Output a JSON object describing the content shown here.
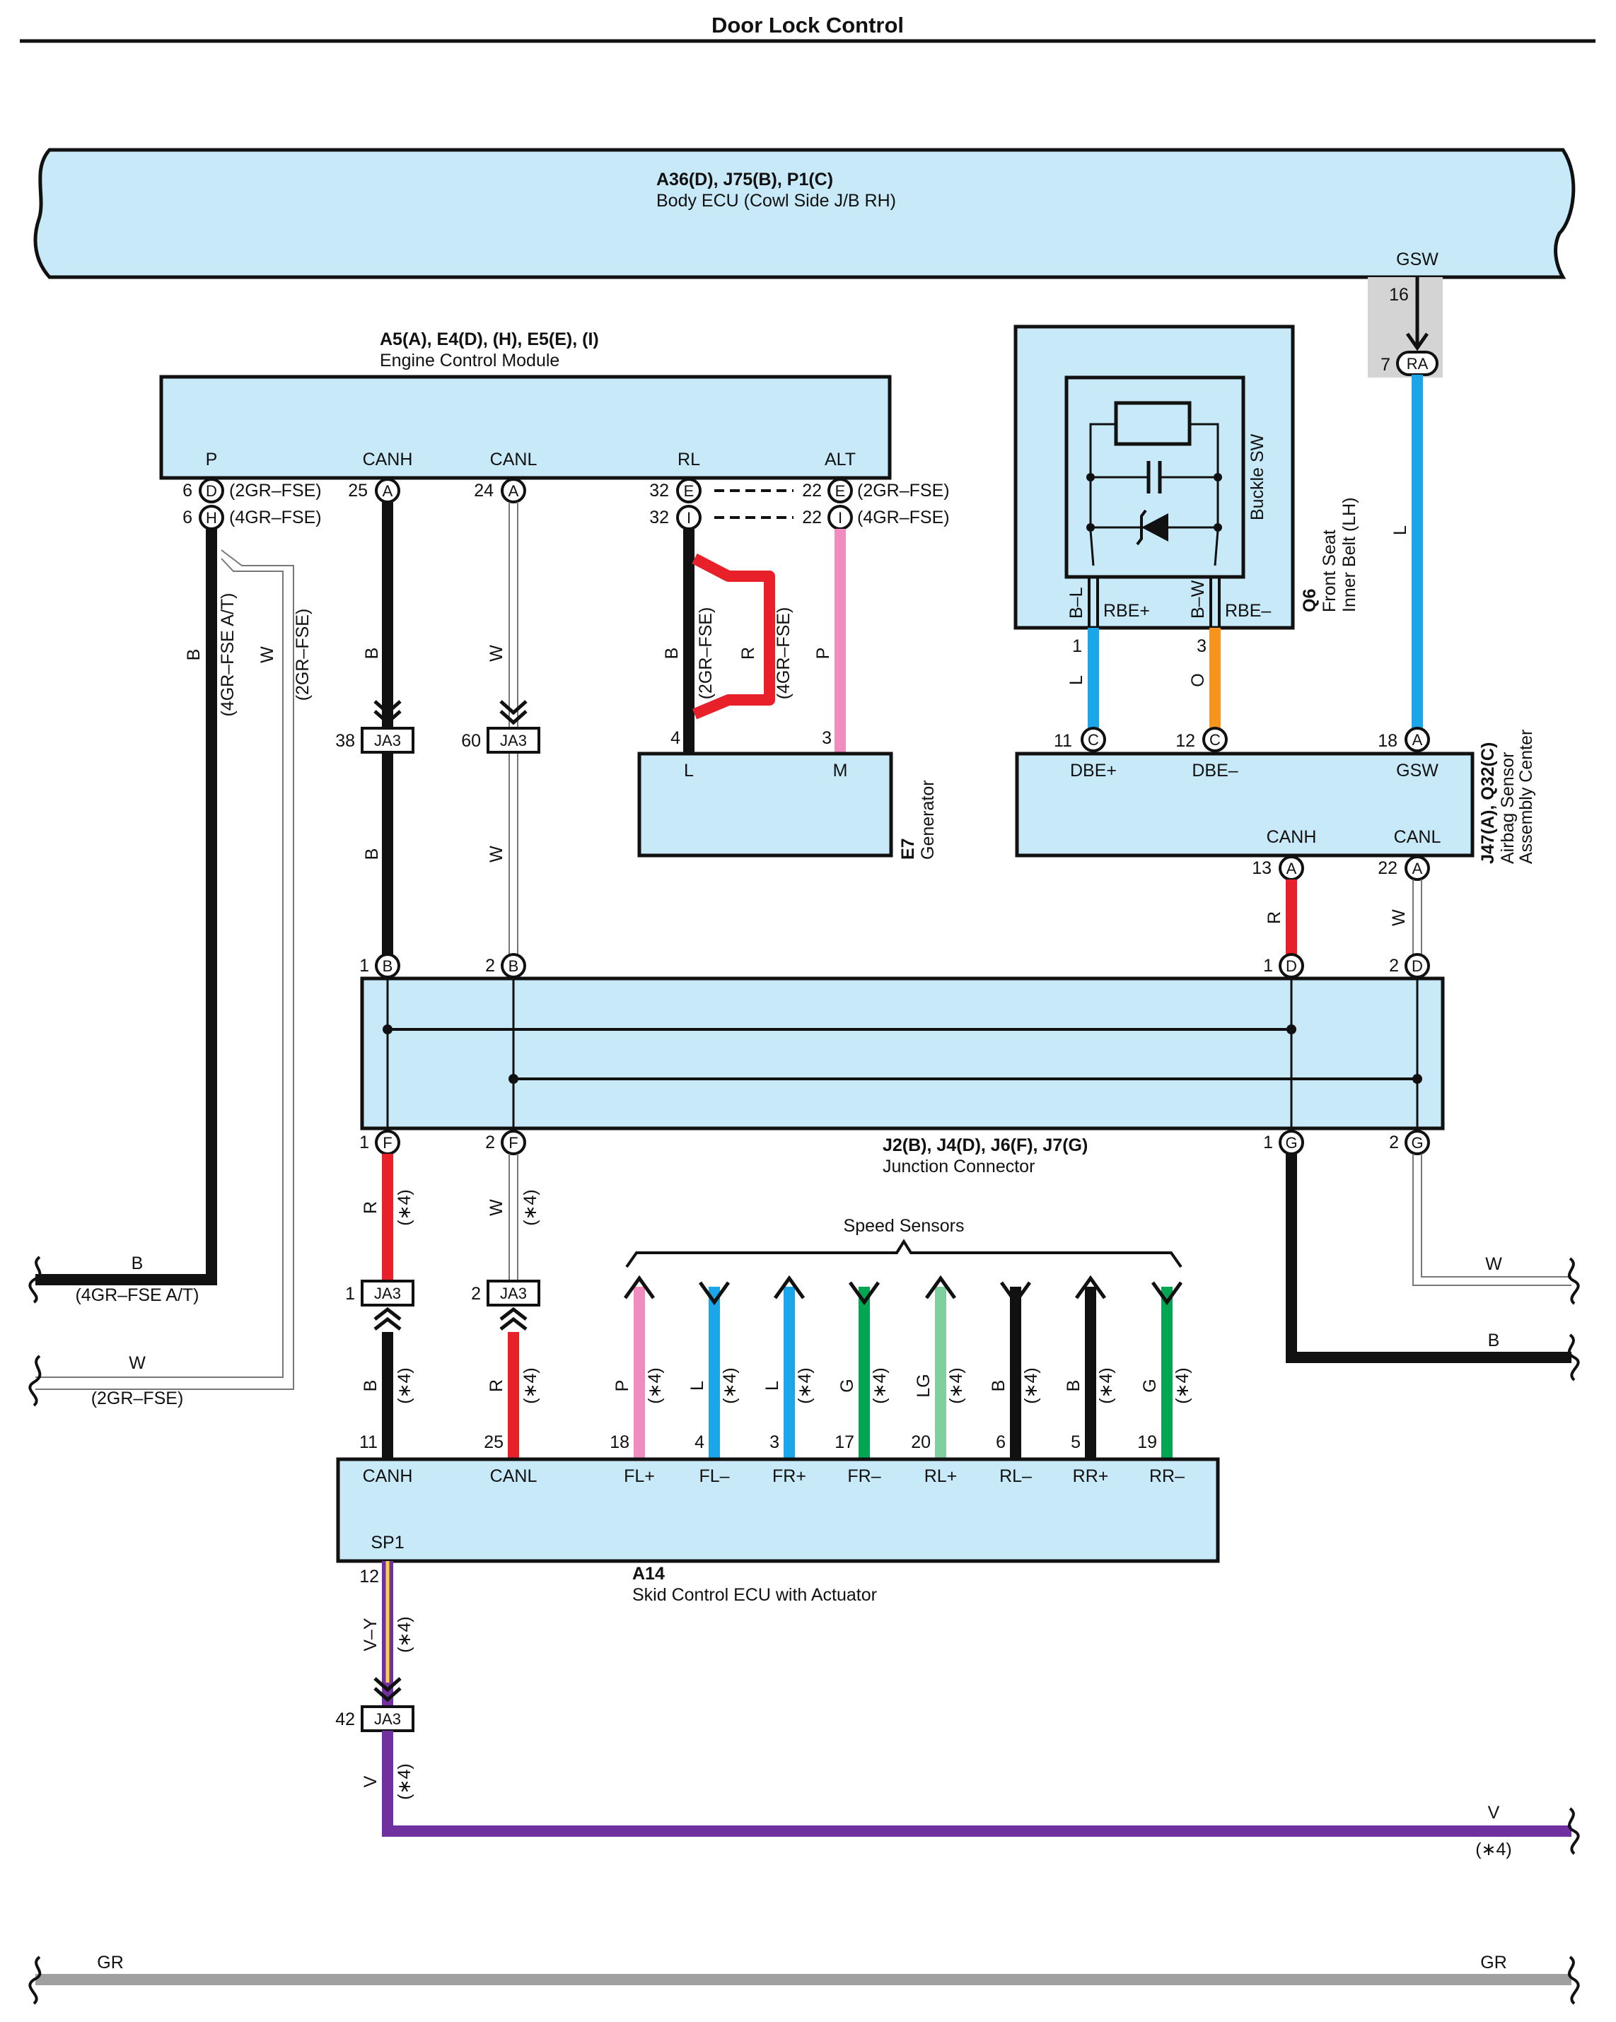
{
  "title": "Door Lock Control",
  "colors": {
    "box_fill": "#c7e9f8",
    "B": "#111111",
    "W": "#ffffff",
    "R": "#e8202a",
    "P": "#f08cbe",
    "L": "#1aa6e8",
    "O": "#f7941d",
    "G": "#00a651",
    "LG": "#7fcf9f",
    "V": "#7030a0",
    "V-Y": "#f5d142",
    "GR": "#a0a0a0"
  },
  "body_ecu": {
    "code": "A36(D), J75(B), P1(C)",
    "name": "Body ECU (Cowl Side J/B RH)",
    "terminal": "GSW",
    "pin": "16"
  },
  "ecm": {
    "code": "A5(A), E4(D), (H), E5(E), (I)",
    "name": "Engine Control Module",
    "terminals": [
      "P",
      "CANH",
      "CANL",
      "RL",
      "ALT"
    ],
    "p_pins": [
      {
        "num": "6",
        "conn": "D",
        "note": "(2GR–FSE)"
      },
      {
        "num": "6",
        "conn": "H",
        "note": "(4GR–FSE)"
      }
    ],
    "canh_pin": {
      "num": "25",
      "conn": "A"
    },
    "canl_pin": {
      "num": "24",
      "conn": "A"
    },
    "rl_pins": [
      {
        "num": "32",
        "conn": "E"
      },
      {
        "num": "32",
        "conn": "I"
      }
    ],
    "alt_pins": [
      {
        "num": "22",
        "conn": "E",
        "note": "(2GR–FSE)"
      },
      {
        "num": "22",
        "conn": "I",
        "note": "(4GR–FSE)"
      }
    ]
  },
  "buckle": {
    "switch_name": "Buckle SW",
    "code": "Q6",
    "name_line1": "Front Seat",
    "name_line2": "Inner Belt (LH)",
    "terminals": [
      "RBE+",
      "RBE–"
    ],
    "wire_colors": [
      "B–L",
      "B–W"
    ],
    "pins": [
      "1",
      "3"
    ]
  },
  "generator": {
    "code": "E7",
    "name": "Generator",
    "terminals": [
      "L",
      "M"
    ],
    "pins": [
      "4",
      "3"
    ]
  },
  "airbag": {
    "code": "J47(A), Q32(C)",
    "name_line1": "Airbag Sensor",
    "name_line2": "Assembly Center",
    "terminals": [
      "DBE+",
      "DBE–",
      "GSW",
      "CANH",
      "CANL"
    ],
    "pins": [
      {
        "num": "11",
        "conn": "C"
      },
      {
        "num": "12",
        "conn": "C"
      },
      {
        "num": "18",
        "conn": "A"
      },
      {
        "num": "13",
        "conn": "A"
      },
      {
        "num": "22",
        "conn": "A"
      }
    ]
  },
  "ra_pin": {
    "num": "7",
    "conn": "RA"
  },
  "junction_connector": {
    "code": "J2(B), J4(D), J6(F), J7(G)",
    "name": "Junction Connector",
    "pins": {
      "top": [
        {
          "num": "1",
          "conn": "B"
        },
        {
          "num": "2",
          "conn": "B"
        },
        {
          "num": "1",
          "conn": "D"
        },
        {
          "num": "2",
          "conn": "D"
        }
      ],
      "bottom": [
        {
          "num": "1",
          "conn": "F"
        },
        {
          "num": "2",
          "conn": "F"
        },
        {
          "num": "1",
          "conn": "G"
        },
        {
          "num": "2",
          "conn": "G"
        }
      ]
    }
  },
  "ja3": {
    "label": "JA3",
    "pins": [
      "38",
      "60",
      "1",
      "2",
      "42"
    ]
  },
  "skid_ecu": {
    "code": "A14",
    "name": "Skid Control ECU with Actuator",
    "terminals": [
      "CANH",
      "CANL",
      "FL+",
      "FL–",
      "FR+",
      "FR–",
      "RL+",
      "RL–",
      "RR+",
      "RR–"
    ],
    "pins": [
      "11",
      "25",
      "18",
      "4",
      "3",
      "17",
      "20",
      "6",
      "5",
      "19"
    ],
    "sp1_terminal": "SP1",
    "sp1_pin": "12"
  },
  "speed_sensors": {
    "label": "Speed Sensors",
    "wires": [
      {
        "color": "P",
        "dir": "up"
      },
      {
        "color": "L",
        "dir": "down"
      },
      {
        "color": "L",
        "dir": "up"
      },
      {
        "color": "G",
        "dir": "down"
      },
      {
        "color": "LG",
        "dir": "up"
      },
      {
        "color": "B",
        "dir": "down"
      },
      {
        "color": "B",
        "dir": "up"
      },
      {
        "color": "G",
        "dir": "down"
      }
    ]
  },
  "wire_labels": {
    "p_b": "B",
    "p_b_note": "(4GR–FSE A/T)",
    "p_w": "W",
    "p_w_note": "(2GR–FSE)",
    "canh_b": "B",
    "canl_w": "W",
    "rl_b": "B",
    "rl_r": "R",
    "rl_b_note": "(2GR–FSE)",
    "rl_r_note": "(4GR–FSE)",
    "alt_p": "P",
    "buckle_l": "L",
    "buckle_o": "O",
    "gsw_l": "L",
    "airbag_r": "R",
    "airbag_w": "W",
    "jf1_r": "R",
    "jf2_w": "W",
    "skid_canh_b": "B",
    "skid_canl_r": "R",
    "sp1_vy": "V–Y",
    "v_wire": "V",
    "note4": "(∗4)"
  },
  "edge_labels": {
    "left_b": "B",
    "left_b_note": "(4GR–FSE A/T)",
    "left_w": "W",
    "left_w_note": "(2GR–FSE)",
    "right_w": "W",
    "right_b": "B",
    "right_v": "V",
    "right_v_note": "(∗4)",
    "gr_left": "GR",
    "gr_right": "GR"
  }
}
